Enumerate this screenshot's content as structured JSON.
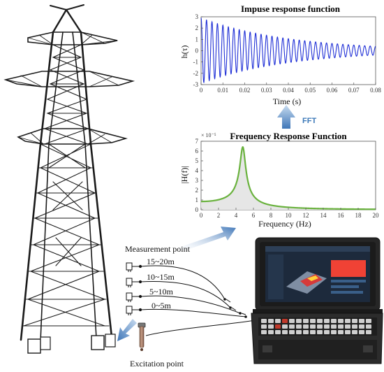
{
  "chart_data": [
    {
      "type": "line",
      "title": "Impuse response function",
      "xlabel": "Time (s)",
      "ylabel": "h(τ)",
      "xlim": [
        0,
        0.08
      ],
      "ylim": [
        -3,
        3
      ],
      "xticks": [
        "0",
        "0.01",
        "0.02",
        "0.03",
        "0.04",
        "0.05",
        "0.06",
        "0.07",
        "0.08"
      ],
      "yticks": [
        "3",
        "2",
        "1",
        "0",
        "-1",
        "-2",
        "-3"
      ],
      "series": [
        {
          "amplitude": 2.9,
          "frequency_hz": 400,
          "decay_per_s": 25,
          "color": "#1f2fd6"
        }
      ]
    },
    {
      "type": "area",
      "title": "Frequency Response Function",
      "xlabel": "Frequency (Hz)",
      "ylabel": "|H(f)|",
      "y_multiplier": "× 10⁻⁵",
      "xlim": [
        0,
        20
      ],
      "ylim": [
        0,
        7
      ],
      "xticks": [
        "0",
        "2",
        "4",
        "6",
        "8",
        "10",
        "12",
        "14",
        "16",
        "18",
        "20"
      ],
      "yticks": [
        "7",
        "6",
        "5",
        "4",
        "3",
        "2",
        "1",
        "0"
      ],
      "series": [
        {
          "peak_frequency_hz": 4.8,
          "peak_value": 6.4,
          "low_frequency_value": 0.85,
          "color": "#6ab23e",
          "fill": "#e6e6e6"
        }
      ]
    }
  ],
  "arrow_label": "FFT",
  "labels": {
    "measurement": "Measurement point",
    "excitation": "Excitation point",
    "ranges": [
      "15~20m",
      "10~15m",
      "5~10m",
      "0~5m"
    ]
  },
  "colors": {
    "arrow": "#5b8fcb",
    "tower": "#1a1a1a",
    "device": "#262626",
    "screen": "#1d2a3c"
  }
}
